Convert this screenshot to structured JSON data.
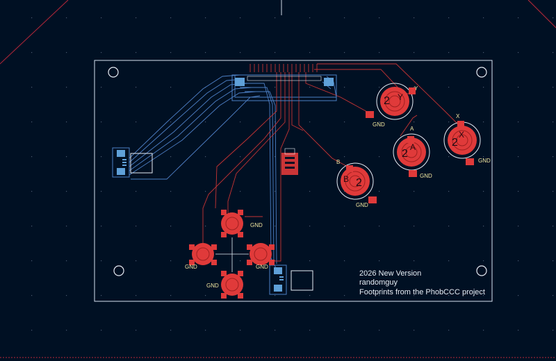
{
  "colors": {
    "background": "#001023",
    "board_outline": "#d8e2f0",
    "front_copper": "#c83434",
    "back_copper": "#4d7fc4",
    "pad": "#e03a3a",
    "pad_back": "#5fa0d8",
    "grid_dot": "#4a5a70",
    "edge_line": "#b8283a"
  },
  "silkscreen": {
    "line1": "2026 New Version",
    "line2": "randomguy",
    "line3": "Footprints from the PhobCCC project"
  },
  "pad_labels": {
    "gnd": "GND",
    "y": "Y",
    "x": "X",
    "a": "A",
    "b": "B"
  },
  "buttons": {
    "y": {
      "num": "2",
      "letter": "Y"
    },
    "a": {
      "num": "2",
      "letter": "A"
    },
    "x": {
      "num": "2",
      "letter": "X"
    },
    "b": {
      "num": "2",
      "letter": "B"
    }
  }
}
